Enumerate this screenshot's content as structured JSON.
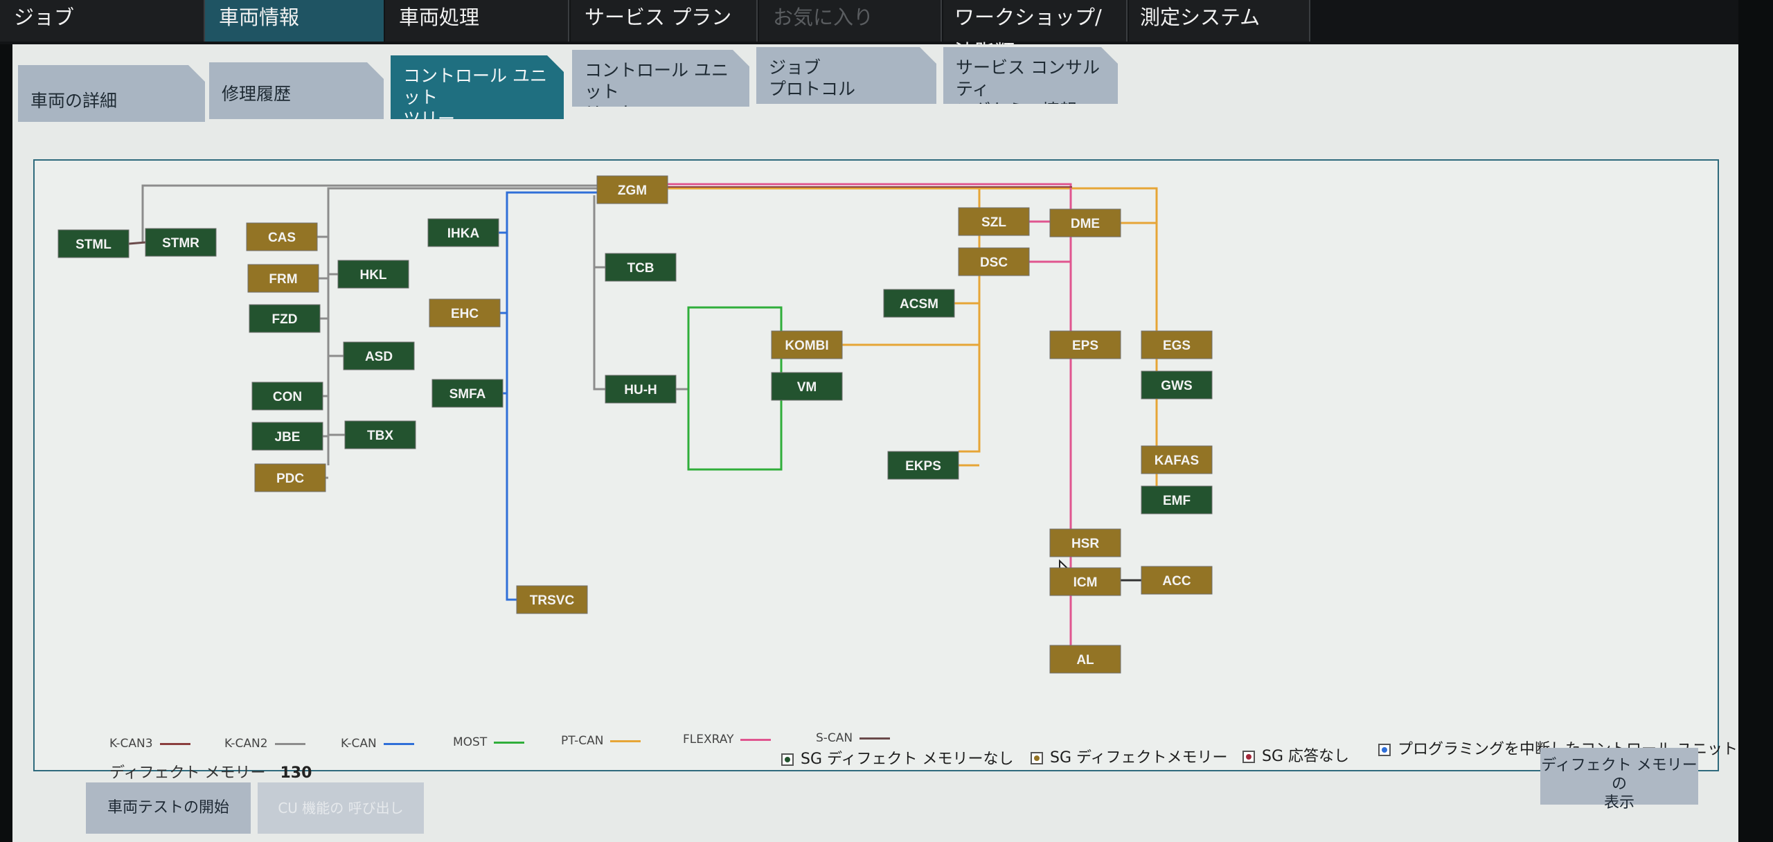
{
  "tabs": [
    {
      "label": "ジョブ",
      "state": "normal"
    },
    {
      "label": "車両情報",
      "state": "active"
    },
    {
      "label": "車両処理",
      "state": "normal"
    },
    {
      "label": "サービス プラン",
      "state": "normal"
    },
    {
      "label": "お気に入り",
      "state": "disabled"
    },
    {
      "label": "ワークショップ/ 油脂類",
      "state": "normal"
    },
    {
      "label": "測定システム",
      "state": "normal"
    }
  ],
  "subtabs": [
    {
      "lines": [
        "車両の詳細",
        ""
      ],
      "state": "inactive"
    },
    {
      "lines": [
        "修理履歴",
        ""
      ],
      "state": "inactive"
    },
    {
      "lines": [
        "コントロール ユニット",
        "ツリー"
      ],
      "state": "active"
    },
    {
      "lines": [
        "コントロール ユニット",
        "リスト"
      ],
      "state": "inactive"
    },
    {
      "lines": [
        "ジョブ",
        "プロトコル"
      ],
      "state": "inactive"
    },
    {
      "lines": [
        "サービス コンサルティ",
        "ングからの情報"
      ],
      "state": "inactive"
    }
  ],
  "colors": {
    "ecu_ok": "#23532f",
    "ecu_fault": "#937425",
    "k_can3": "#8a3e3e",
    "k_can2": "#8c8c8c",
    "k_can": "#2f6fd8",
    "most": "#2fae3a",
    "pt_can": "#e6a536",
    "flexray": "#e0558f",
    "s_can": "#6a4a4a"
  },
  "ecus": [
    {
      "name": "STML",
      "status": "ok"
    },
    {
      "name": "STMR",
      "status": "ok"
    },
    {
      "name": "CAS",
      "status": "fault"
    },
    {
      "name": "FRM",
      "status": "fault"
    },
    {
      "name": "FZD",
      "status": "ok"
    },
    {
      "name": "HKL",
      "status": "ok"
    },
    {
      "name": "ASD",
      "status": "ok"
    },
    {
      "name": "CON",
      "status": "ok"
    },
    {
      "name": "JBE",
      "status": "ok"
    },
    {
      "name": "TBX",
      "status": "ok"
    },
    {
      "name": "PDC",
      "status": "fault"
    },
    {
      "name": "IHKA",
      "status": "ok"
    },
    {
      "name": "EHC",
      "status": "fault"
    },
    {
      "name": "SMFA",
      "status": "ok"
    },
    {
      "name": "TRSVC",
      "status": "fault"
    },
    {
      "name": "ZGM",
      "status": "fault"
    },
    {
      "name": "TCB",
      "status": "ok"
    },
    {
      "name": "HU-H",
      "status": "ok"
    },
    {
      "name": "KOMBI",
      "status": "fault"
    },
    {
      "name": "VM",
      "status": "ok"
    },
    {
      "name": "ACSM",
      "status": "ok"
    },
    {
      "name": "EKPS",
      "status": "ok"
    },
    {
      "name": "SZL",
      "status": "fault"
    },
    {
      "name": "DSC",
      "status": "fault"
    },
    {
      "name": "DME",
      "status": "fault"
    },
    {
      "name": "EPS",
      "status": "fault"
    },
    {
      "name": "EGS",
      "status": "fault"
    },
    {
      "name": "GWS",
      "status": "ok"
    },
    {
      "name": "KAFAS",
      "status": "fault"
    },
    {
      "name": "EMF",
      "status": "ok"
    },
    {
      "name": "HSR",
      "status": "fault"
    },
    {
      "name": "ICM",
      "status": "fault"
    },
    {
      "name": "ACC",
      "status": "fault"
    },
    {
      "name": "AL",
      "status": "fault"
    }
  ],
  "bus_legend": [
    {
      "label": "K-CAN3",
      "color": "#8a3e3e"
    },
    {
      "label": "K-CAN2",
      "color": "#8c8c8c"
    },
    {
      "label": "K-CAN",
      "color": "#2f6fd8"
    },
    {
      "label": "MOST",
      "color": "#2fae3a"
    },
    {
      "label": "PT-CAN",
      "color": "#e6a536"
    },
    {
      "label": "FLEXRAY",
      "color": "#e0558f"
    },
    {
      "label": "S-CAN",
      "color": "#6a4a4a"
    }
  ],
  "status_legend": [
    {
      "label": "SG ディフェクト メモリーなし",
      "color": "#23532f"
    },
    {
      "label": "SG ディフェクトメモリー",
      "color": "#937425"
    },
    {
      "label": "SG 応答なし",
      "color": "#a3283a"
    },
    {
      "label": "プログラミングを中断したコントロール ユニット",
      "color": "#2f6fd8"
    }
  ],
  "defect_memory": {
    "label": "ディフェクト メモリー",
    "count": "130"
  },
  "buttons": {
    "start_test": "車両テストの開始",
    "cu_call": "CU 機能の 呼び出し",
    "show_memory_l1": "ディフェクト メモリーの",
    "show_memory_l2": "表示"
  }
}
